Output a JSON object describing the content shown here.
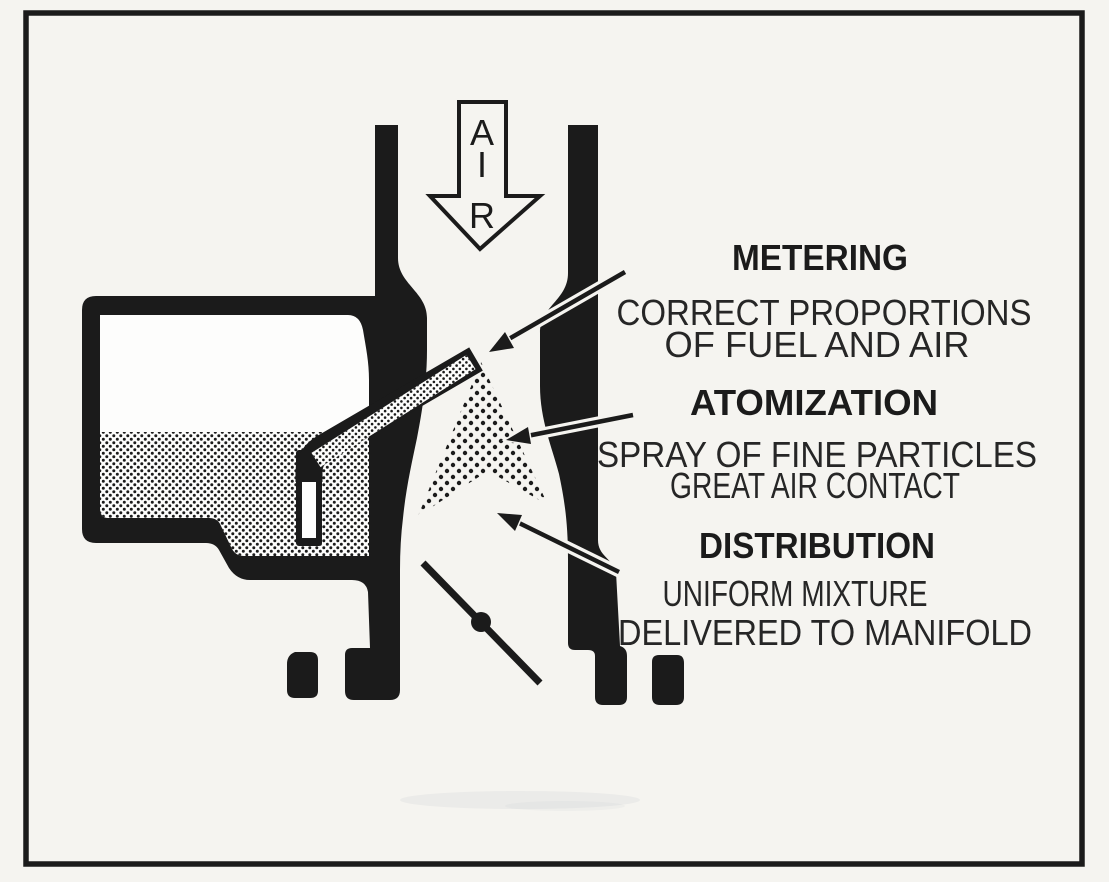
{
  "figure": {
    "type": "carburetor-principles-diagram",
    "air_arrow": {
      "letters": [
        "A",
        "I",
        "R"
      ]
    },
    "callouts": [
      {
        "heading": "METERING",
        "lines": [
          "CORRECT PROPORTIONS",
          "OF FUEL AND AIR"
        ],
        "points_to": "fuel discharge nozzle tip in venturi"
      },
      {
        "heading": "ATOMIZATION",
        "lines": [
          "SPRAY OF FINE PARTICLES",
          "GREAT AIR CONTACT"
        ],
        "points_to": "fuel spray cone"
      },
      {
        "heading": "DISTRIBUTION",
        "lines": [
          "UNIFORM MIXTURE",
          "DELIVERED TO MANIFOLD"
        ],
        "points_to": "mixture below spray above throttle plate"
      }
    ],
    "colors": {
      "ink": "#1b1b1b",
      "paper": "#f5f4f0",
      "body_ink": "#262626"
    }
  }
}
